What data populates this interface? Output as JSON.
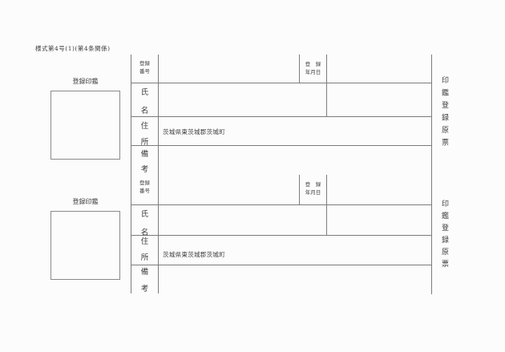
{
  "form": {
    "title": "様式第4号(1)(第4条関係)",
    "sections": [
      {
        "seal_label": "登録印鑑",
        "reg_no_label": "登録\n番号",
        "reg_date_label": "登　録\n年月日",
        "name_label": "氏\n名",
        "address_label": "住\n所",
        "remarks_label": "備\n考",
        "address_value": "茨城県東茨城郡茨城町",
        "side_title": "印鑑登録原票"
      },
      {
        "seal_label": "登録印鑑",
        "reg_no_label": "登録\n番号",
        "reg_date_label": "登　録\n年月日",
        "name_label": "氏\n名",
        "address_label": "住\n所",
        "remarks_label": "備\n考",
        "address_value": "茨城県東茨城郡茨城町",
        "side_title": "印鑑登録原票"
      }
    ]
  },
  "colors": {
    "line": "#7c7c7c",
    "text": "#3d3d3d",
    "background": "#fcfcfc"
  }
}
